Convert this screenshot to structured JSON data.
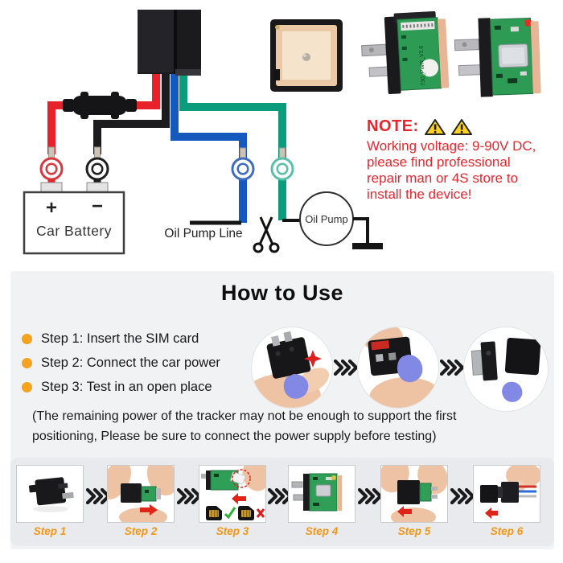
{
  "wiring": {
    "battery_label": "Car Battery",
    "battery_plus": "+",
    "battery_minus": "−",
    "oil_pump_line_label": "Oil Pump Line",
    "oil_pump_label": "Oil Pump",
    "relay_pcb_text": "730_PWR_V2.6"
  },
  "note": {
    "title": "NOTE:",
    "lines": [
      "Working voltage: 9-90V DC,",
      "please find professional",
      "repair man or 4S store to",
      "install the device!"
    ]
  },
  "how_to_use": {
    "title": "How to Use",
    "steps": [
      "Step 1: Insert the SIM card",
      "Step 2: Connect the car power",
      "Step 3: Test in an open place"
    ],
    "warning_line1": "(The remaining power of the tracker may not be enough to support the first",
    "warning_line2": "positioning, Please be sure to connect the power supply before testing)"
  },
  "install_steps": {
    "labels": [
      "Step 1",
      "Step 2",
      "Step 3",
      "Step 4",
      "Step 5",
      "Step 6"
    ]
  },
  "colors": {
    "wire_red": "#e8222a",
    "wire_black": "#1c1c1e",
    "wire_blue": "#1459bb",
    "wire_green": "#0b9c7e",
    "note_red": "#e8262c",
    "bullet_orange": "#f6a21c",
    "step_label_orange": "#f49516",
    "pcb_green": "#2e9b55"
  }
}
